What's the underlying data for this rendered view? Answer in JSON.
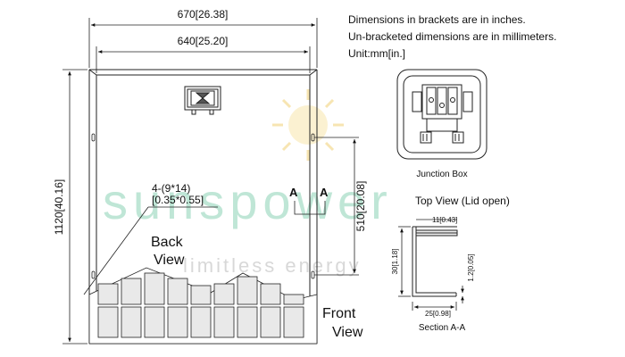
{
  "notes": {
    "line1": "Dimensions in brackets are in inches.",
    "line2": "Un-bracketed dimensions are in millimeters.",
    "line3": "Unit:mm[in.]"
  },
  "dimensions": {
    "overall_width": "670[26.38]",
    "inner_width": "640[25.20]",
    "overall_height": "1120[40.16]",
    "hole_spacing": "510[20.08]",
    "mount_hole_line1": "4-(9*14)",
    "mount_hole_line2": "[0.35*0.55]"
  },
  "section_marks": {
    "left": "A",
    "right": "A"
  },
  "views": {
    "back_line1": "Back",
    "back_line2": "View",
    "front_line1": "Front",
    "front_line2": "View"
  },
  "junction_box": {
    "label": "Junction Box",
    "subtitle": "Top View (Lid open)"
  },
  "section": {
    "title": "Section A-A",
    "top_dim": "11[0.43]",
    "height_dim": "30[1.18]",
    "right_dim": "1.2[0.05]",
    "bottom_dim": "25[0.98]"
  },
  "watermark": {
    "brand": "sunspower",
    "tagline": "limitless energy"
  }
}
